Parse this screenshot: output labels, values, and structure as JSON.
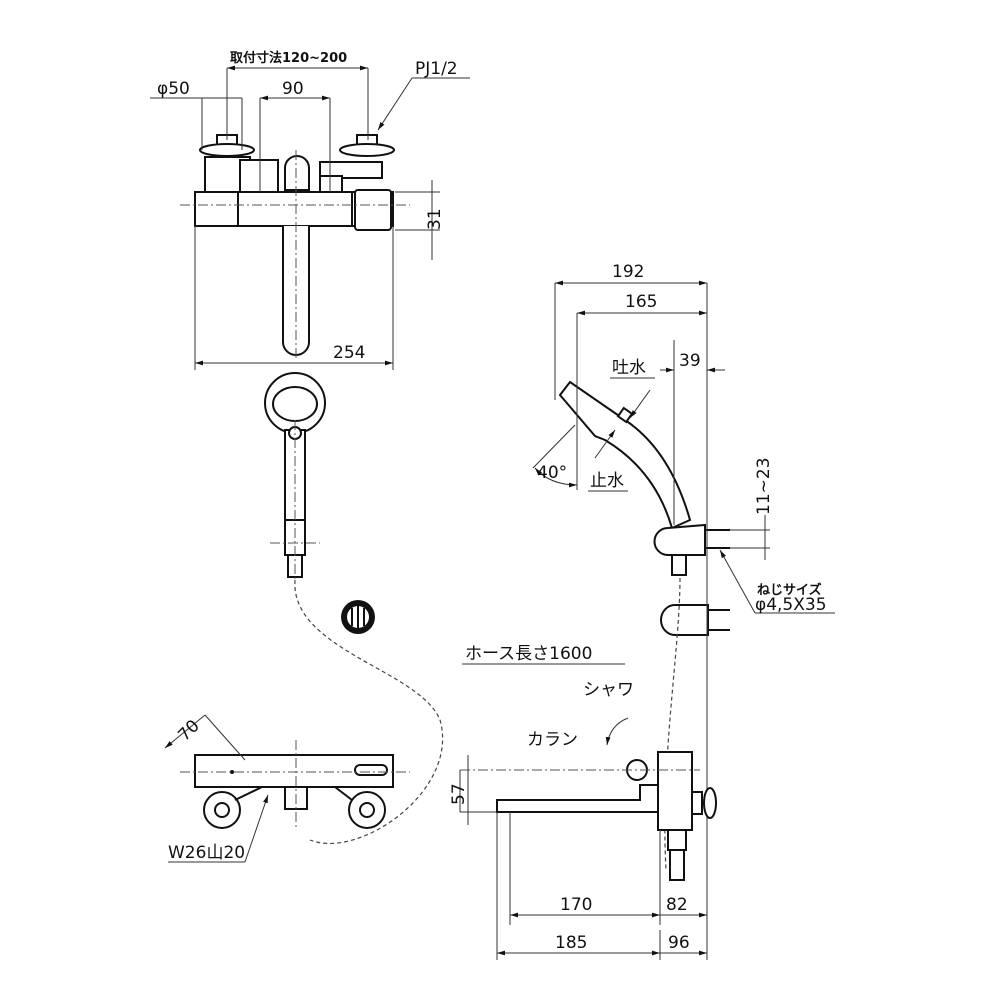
{
  "drawing": {
    "top_view": {
      "mount_pitch": "取付寸法120~200",
      "inlet_diameter": "φ50",
      "center_distance": "90",
      "thread": "PJ1/2",
      "body_height": "31",
      "body_width": "254"
    },
    "shower_head": {
      "length_total": "192",
      "length_head": "165",
      "spray_label": "吐水",
      "offset": "39",
      "angle": "40°",
      "stop_label": "止水",
      "hook_range": "11~23",
      "screw_size_label": "ねじサイズ",
      "screw_size": "φ4,5X35"
    },
    "hose_length": "ホース長さ1600",
    "shower_label": "シャワ",
    "spout_label": "カラン",
    "front_view": {
      "depth": "70",
      "connector": "W26山20"
    },
    "side_view": {
      "spout_height": "57",
      "spout_length": "170",
      "wall_offset": "82",
      "total_spout": "185",
      "total_offset": "96"
    }
  }
}
